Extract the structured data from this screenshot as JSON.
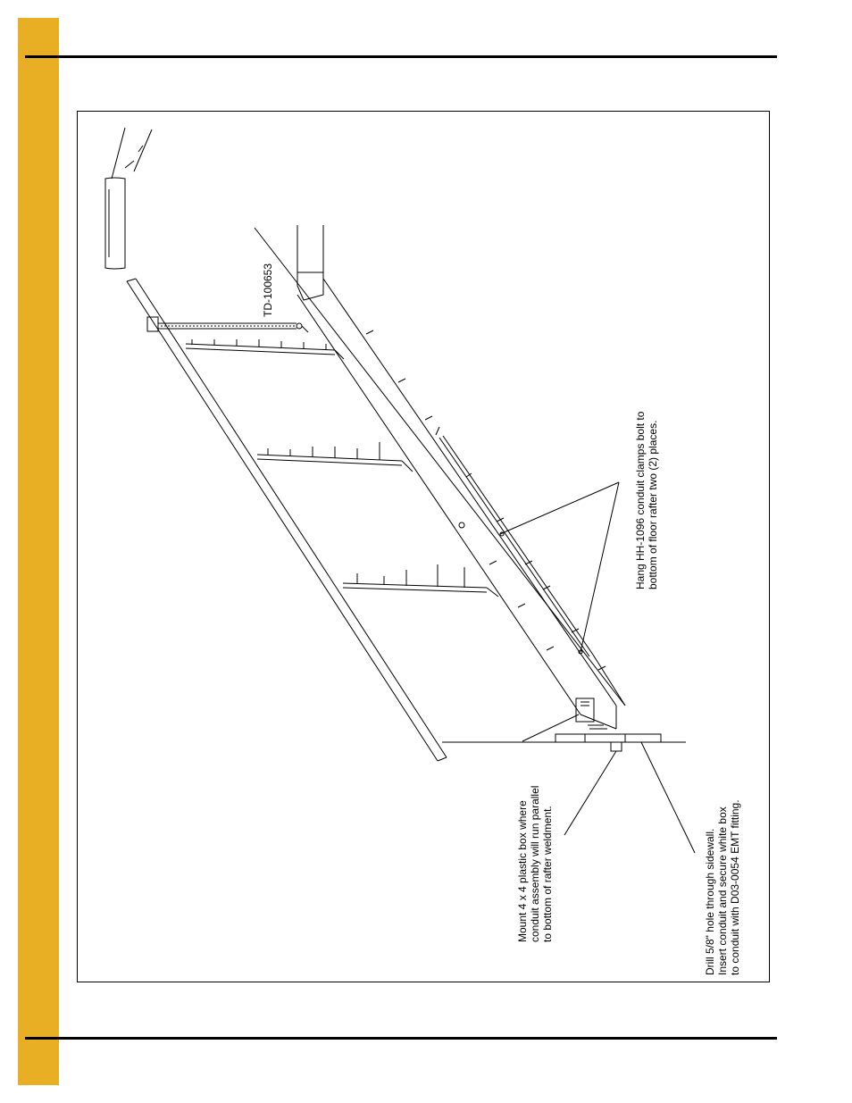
{
  "colors": {
    "accent_tab": "#E8AE24",
    "line": "#000000",
    "background": "#ffffff"
  },
  "labels": {
    "part_number": "TD-100653",
    "hang_clamps": [
      "Hang HH-1096 conduit clamps bolt to",
      "bottom of floor rafter two (2) places."
    ],
    "mount_box": [
      "Mount 4 x 4 plastic box where",
      "conduit assembly will run parallel",
      "to bottom of rafter weldment."
    ],
    "drill_hole": [
      "Drill 5/8\" hole through sidewall.",
      "Insert conduit and secure white box",
      "to conduit with D03-0054 EMT fitting."
    ]
  }
}
